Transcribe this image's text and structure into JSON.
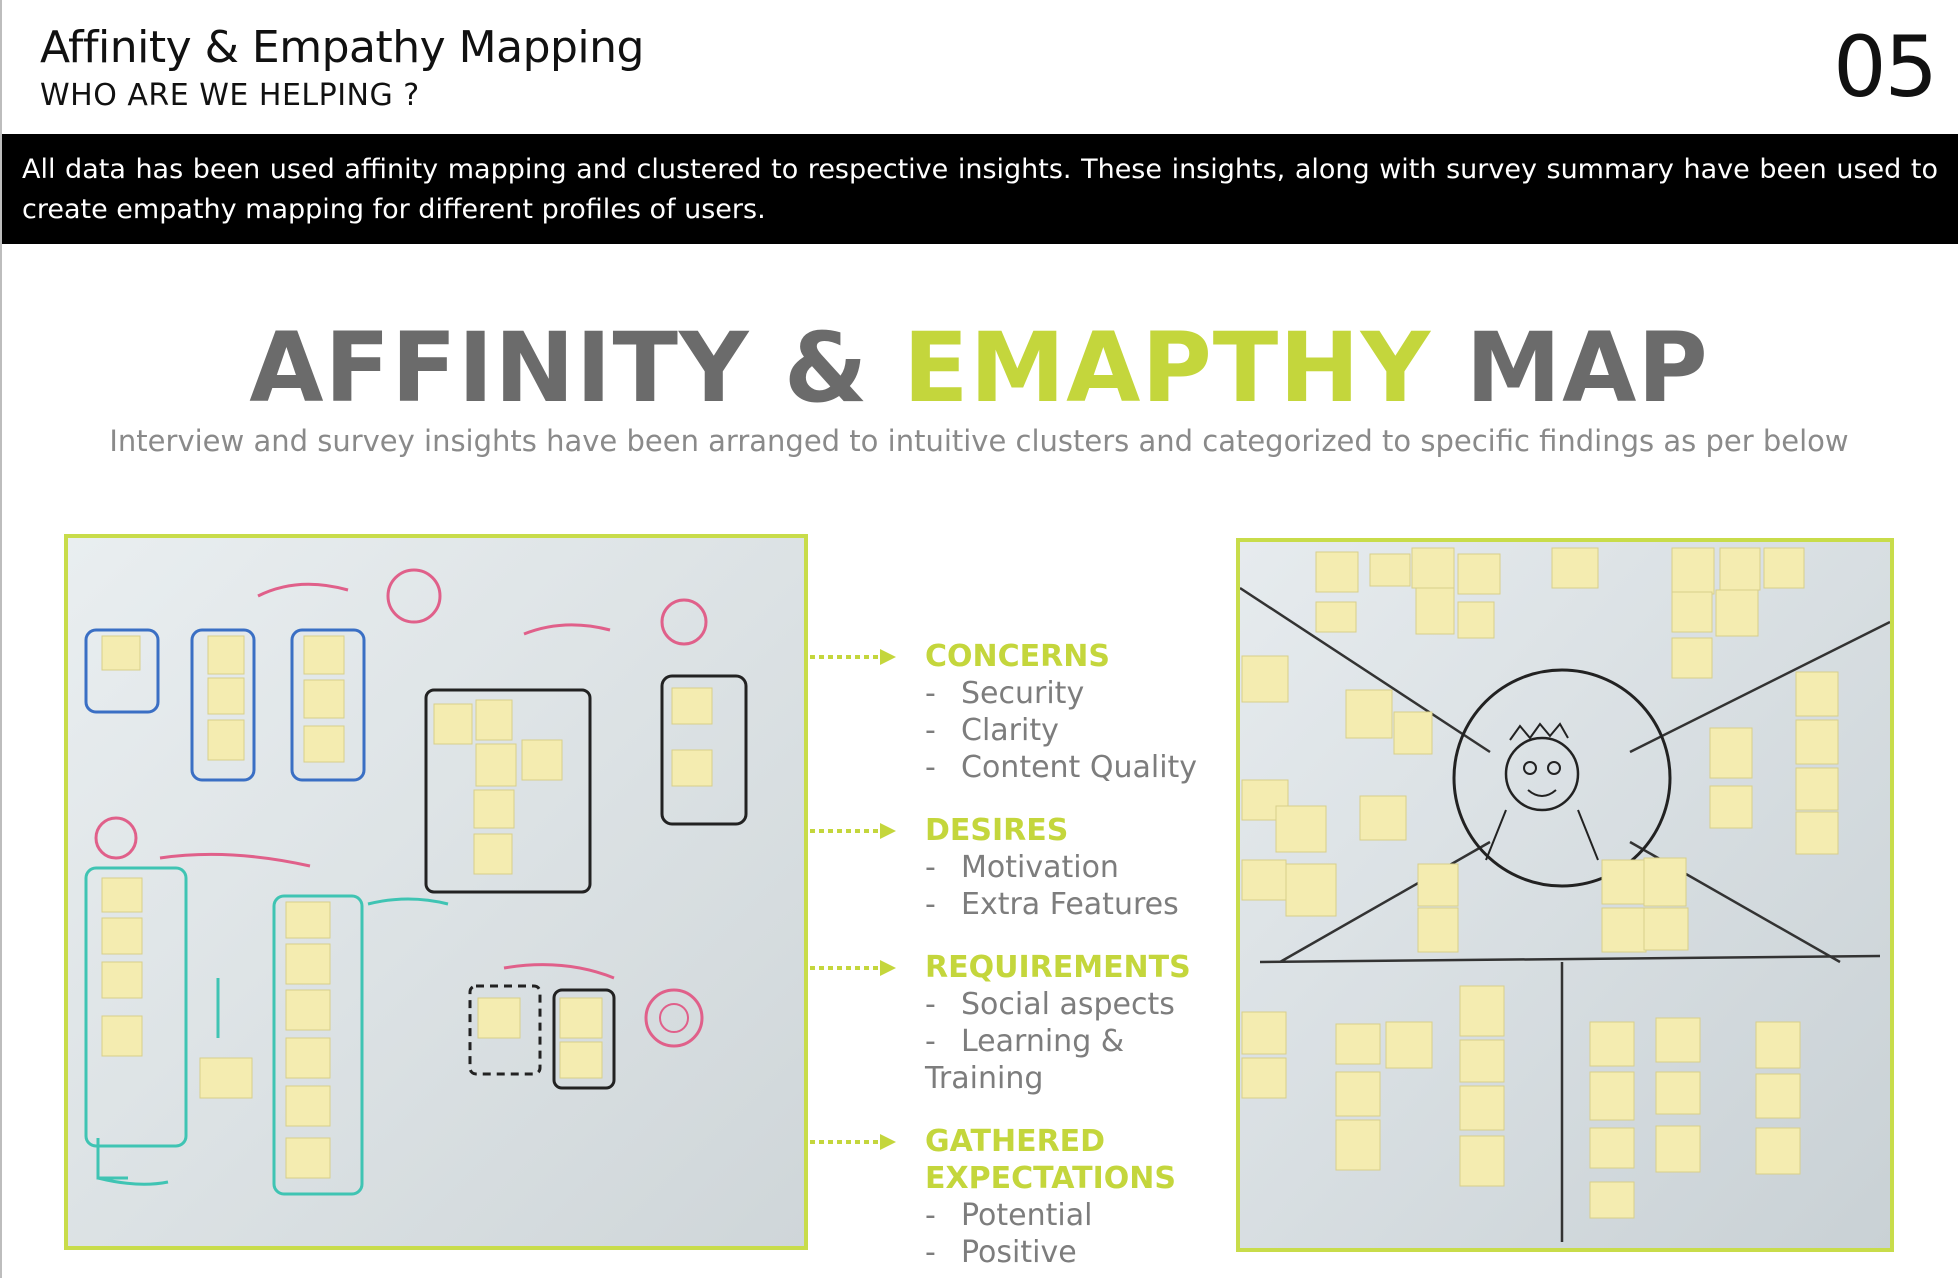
{
  "header": {
    "title": "Affinity & Empathy Mapping",
    "subtitle": "WHO ARE WE HELPING ?",
    "page_number": "05"
  },
  "banner": {
    "text": "All data has been used affinity mapping and clustered to respective insights. These insights, along with survey summary have been used to create empathy mapping for different profiles of users."
  },
  "main": {
    "title_part1": "AFFINITY &",
    "title_part2": "EMAPTHY",
    "title_part3": "MAP",
    "subtitle": "Interview and survey insights have been arranged to intuitive clusters and categorized to specific findings as per below"
  },
  "findings": [
    {
      "title": "CONCERNS",
      "items": [
        "Security",
        "Clarity",
        "Content Quality"
      ]
    },
    {
      "title": "DESIRES",
      "items": [
        "Motivation",
        "Extra Features"
      ]
    },
    {
      "title": "REQUIREMENTS",
      "items": [
        "Social aspects",
        "Learning & Training"
      ]
    },
    {
      "title": "GATHERED EXPECTATIONS",
      "items": [
        "Potential",
        "Positive"
      ]
    }
  ],
  "colors": {
    "accent_green": "#c4d63c",
    "photo_border": "#c8dc4a",
    "banner_bg": "#000000",
    "text_gray": "#7d7d7d"
  }
}
